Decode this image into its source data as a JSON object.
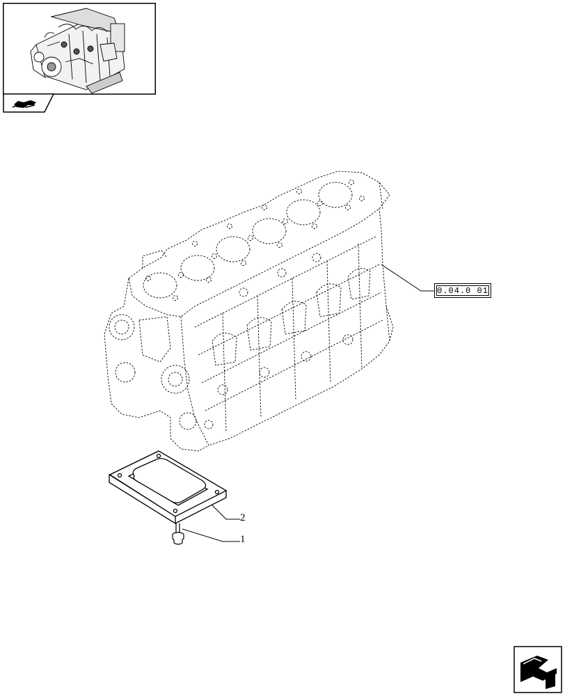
{
  "reference": {
    "code": "0.04.0 01"
  },
  "callouts": [
    {
      "number": "2",
      "part": "gasket"
    },
    {
      "number": "1",
      "part": "screw"
    }
  ],
  "icons": {
    "thumbnail": "engine-thumbnail-icon",
    "section_tab": "hand-pointer-icon",
    "next_page": "next-page-arrow-icon"
  }
}
